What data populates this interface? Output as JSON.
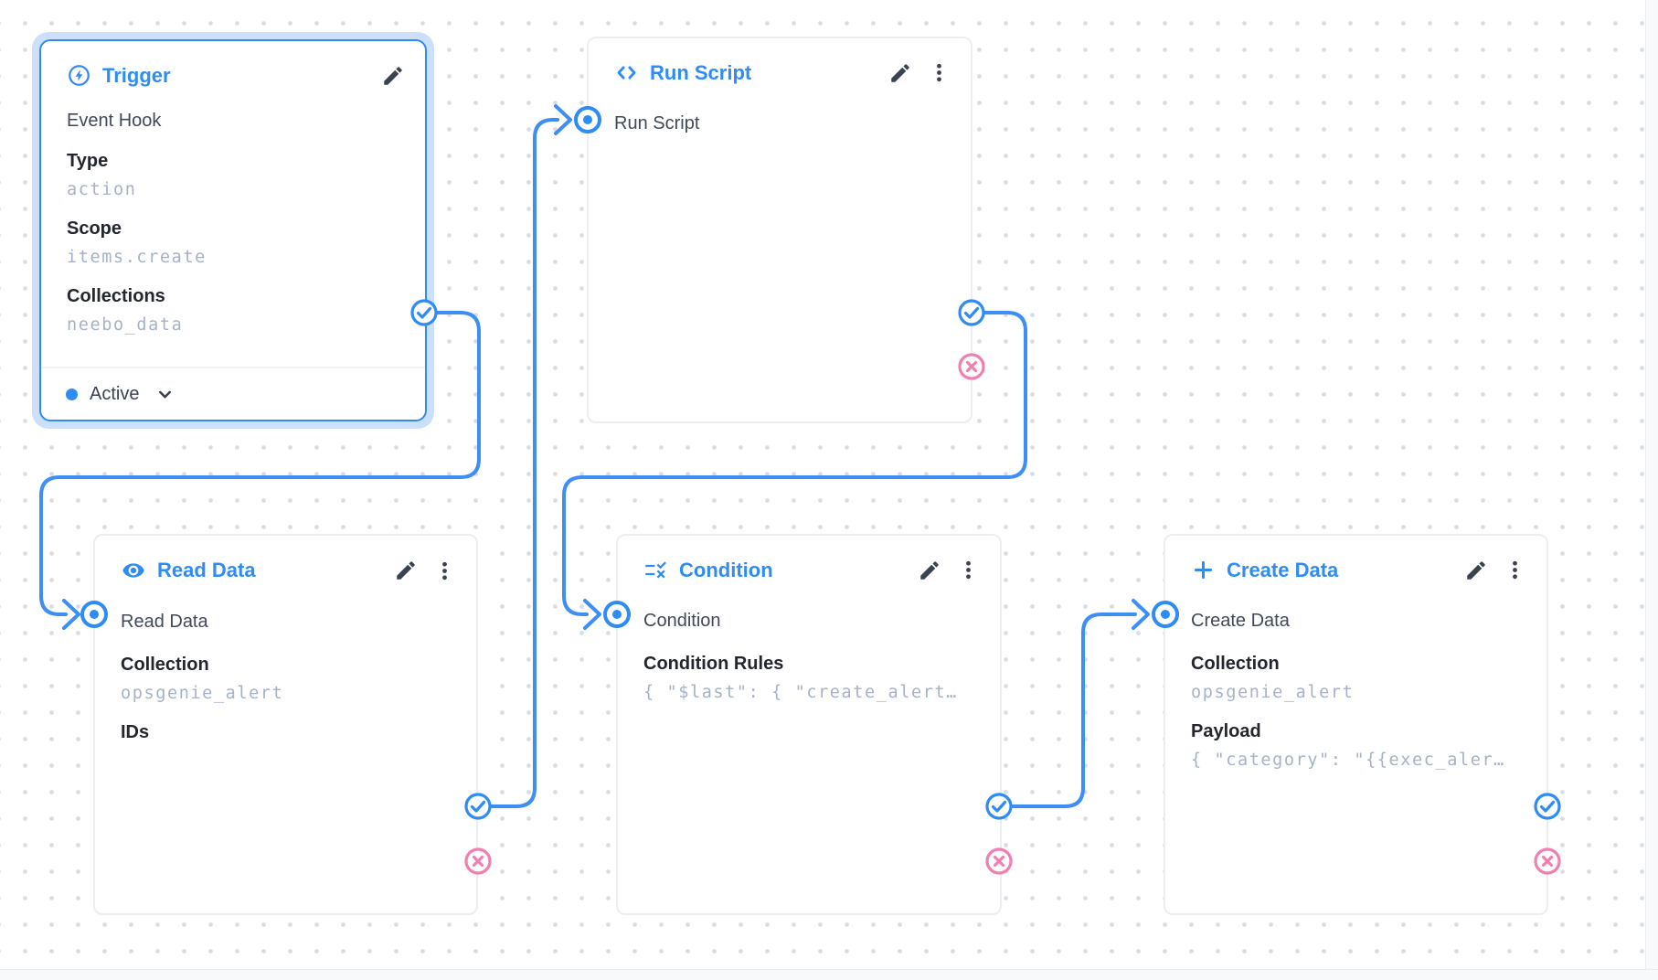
{
  "flow": {
    "colors": {
      "accent_blue": "#2E8CF4",
      "connection_blue": "#3D8EF5",
      "reject_pink": "#F27FB2",
      "value_gray": "#A6B2C8"
    },
    "nodes": [
      {
        "key": "trigger",
        "title": "Trigger",
        "icon": "bolt-circle-icon",
        "subtitle": "Event Hook",
        "fields": [
          {
            "label": "Type",
            "value": "action"
          },
          {
            "label": "Scope",
            "value": "items.create"
          },
          {
            "label": "Collections",
            "value": "neebo_data"
          }
        ],
        "status": "Active"
      },
      {
        "key": "run-script",
        "title": "Run Script",
        "icon": "code-icon",
        "input_label": "Run Script",
        "fields": []
      },
      {
        "key": "read-data",
        "title": "Read Data",
        "icon": "eye-icon",
        "input_label": "Read Data",
        "fields": [
          {
            "label": "Collection",
            "value": "opsgenie_alert"
          },
          {
            "label": "IDs",
            "value": ""
          }
        ]
      },
      {
        "key": "condition",
        "title": "Condition",
        "icon": "rule-icon",
        "input_label": "Condition",
        "fields": [
          {
            "label": "Condition Rules",
            "value": "{ \"$last\": { \"create_alert…"
          }
        ]
      },
      {
        "key": "create-data",
        "title": "Create Data",
        "icon": "plus-icon",
        "input_label": "Create Data",
        "fields": [
          {
            "label": "Collection",
            "value": "opsgenie_alert"
          },
          {
            "label": "Payload",
            "value": "{ \"category\": \"{{exec_aler…"
          }
        ]
      }
    ]
  }
}
